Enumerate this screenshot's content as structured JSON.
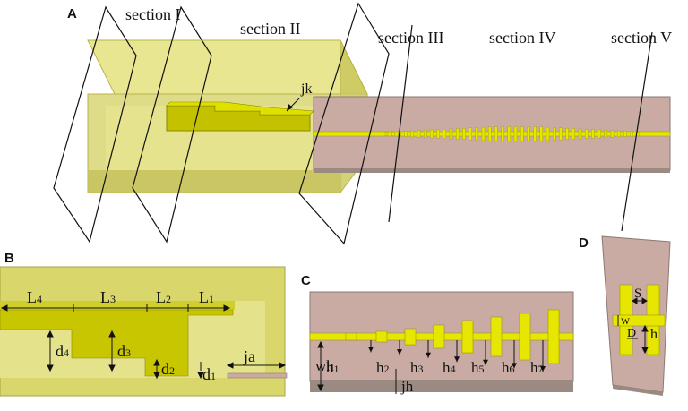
{
  "panels": {
    "a": "A",
    "b": "B",
    "c": "C",
    "d": "D"
  },
  "sections": [
    "section I",
    "section II",
    "section III",
    "section IV",
    "section V"
  ],
  "labels_a": {
    "jk": "jk"
  },
  "labels_b": {
    "L4": "L",
    "L4_sub": "4",
    "L3": "L",
    "L3_sub": "3",
    "L2": "L",
    "L2_sub": "2",
    "L1": "L",
    "L1_sub": "1",
    "d4": "d",
    "d4_sub": "4",
    "d3": "d",
    "d3_sub": "3",
    "d2": "d",
    "d2_sub": "2",
    "d1": "d",
    "d1_sub": "1",
    "ja": "ja"
  },
  "labels_c": {
    "wh": "wh",
    "jh": "jh",
    "h": [
      "h",
      "h",
      "h",
      "h",
      "h",
      "h",
      "h"
    ],
    "h_sub": [
      "1",
      "2",
      "3",
      "4",
      "5",
      "6",
      "7"
    ]
  },
  "labels_d": {
    "S": "S",
    "w": "w",
    "D": "D",
    "h": "h"
  },
  "colors": {
    "yellow": "#e6e600",
    "waveguide": "#d5d36a",
    "substrate": "#c9aba3",
    "substrate_dark": "#9a8a82"
  }
}
